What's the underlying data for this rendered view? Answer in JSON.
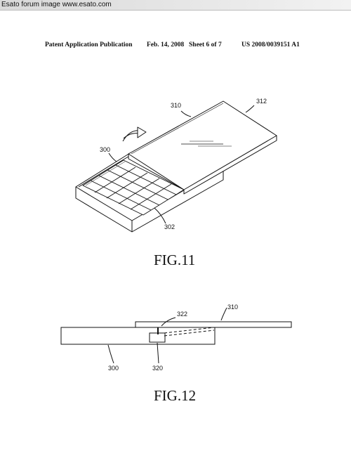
{
  "banner": {
    "text": "Esato forum image www.esato.com"
  },
  "header": {
    "publication": "Patent Application Publication",
    "date": "Feb. 14, 2008",
    "sheet": "Sheet 6 of 7",
    "number": "US 2008/0039151 A1"
  },
  "fig11": {
    "caption": "FIG.11",
    "labels": {
      "slide": "310",
      "screen": "312",
      "body": "300",
      "keypad": "302"
    }
  },
  "fig12": {
    "caption": "FIG.12",
    "labels": {
      "slide": "310",
      "hinge": "322",
      "body": "300",
      "module": "320"
    }
  }
}
